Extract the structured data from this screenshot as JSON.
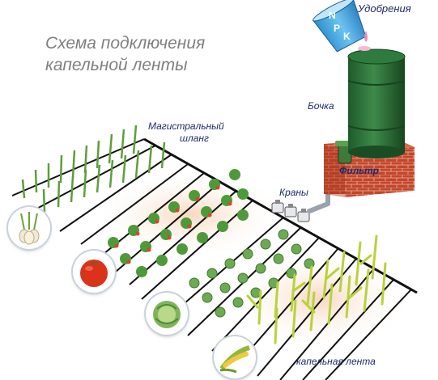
{
  "title_line1": "Схема подключения",
  "title_line2": "капельной ленты",
  "labels": {
    "fertilizer": "Удобрения",
    "barrel": "Бочка",
    "main_hose_line1": "Магистральный",
    "main_hose_line2": "шланг",
    "filter": "Фильтр",
    "taps": "Краны",
    "drip_tape": "капельная лента"
  },
  "bucket_letters": [
    "N",
    "P",
    "K"
  ],
  "crop_icons": [
    "onion-icon",
    "tomato-icon",
    "cabbage-icon",
    "corn-icon"
  ]
}
